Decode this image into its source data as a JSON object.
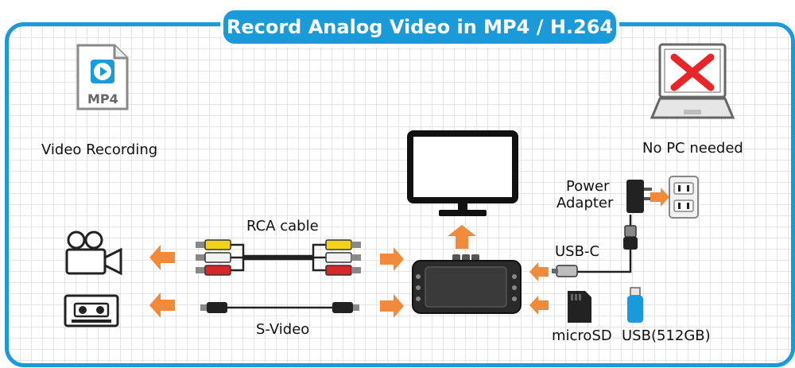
{
  "title": "Record Analog Video in MP4 / H.264",
  "labels": {
    "video_recording": "Video Recording",
    "mp4_file": "MP4",
    "no_pc_needed": "No PC needed",
    "rca_cable": "RCA cable",
    "s_video": "S-Video",
    "power_adapter_line1": "Power",
    "power_adapter_line2": "Adapter",
    "usb_c": "USB-C",
    "microsd": "microSD",
    "usb_storage": "USB(512GB)"
  },
  "colors": {
    "accent": "#1a9ad9",
    "arrow": "#f28a3c",
    "red_cross": "#e8262a",
    "rca_yellow": "#f2d21a",
    "rca_red": "#d9262a",
    "rca_white": "#f2f2f2"
  }
}
